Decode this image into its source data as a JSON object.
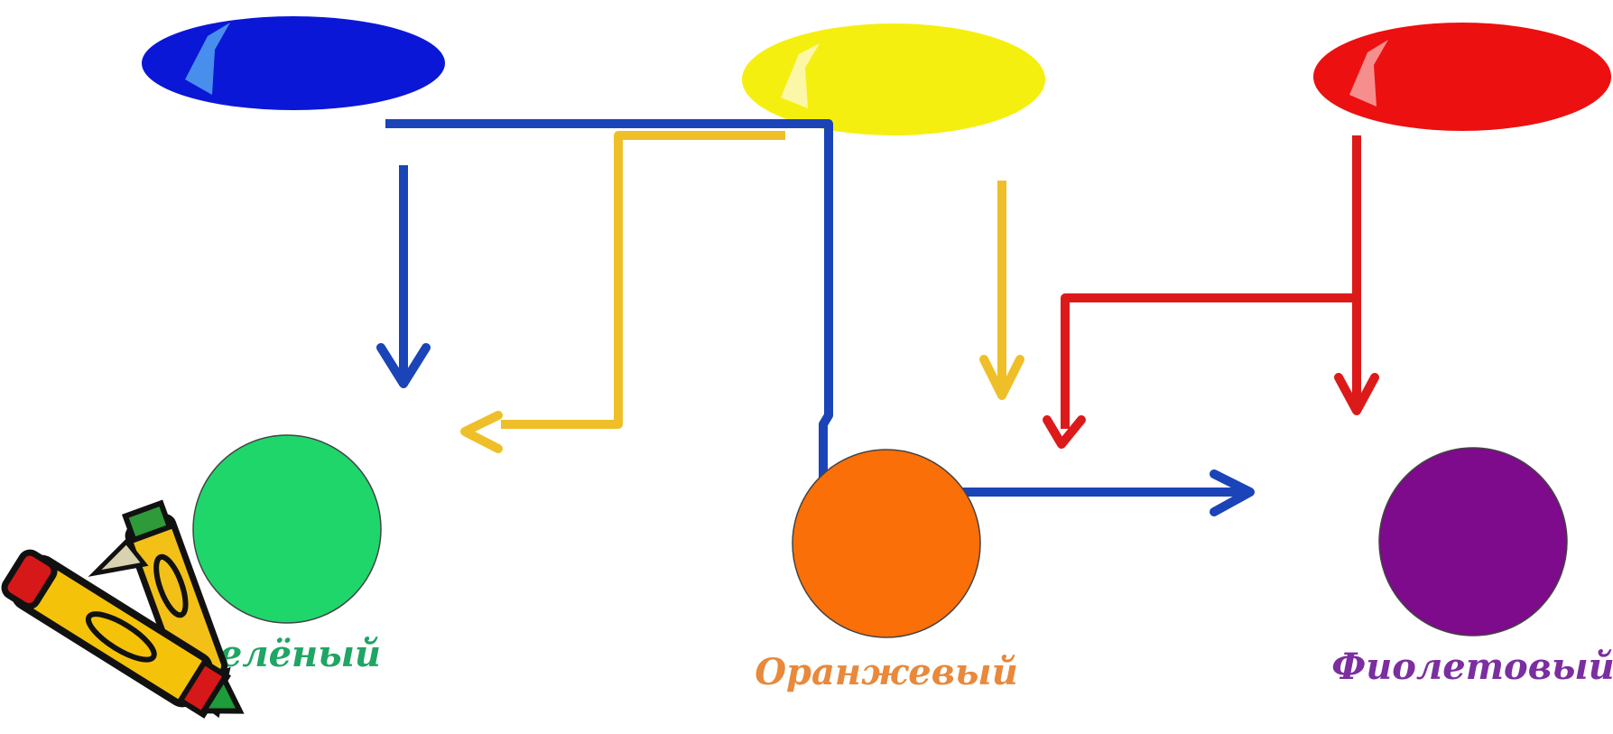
{
  "colors": {
    "blue": "#0a17d6",
    "blue_line": "#1a44b8",
    "yellow": "#f5ef10",
    "yellow_line": "#efbf2a",
    "red": "#ec1010",
    "red_line": "#dd1a1a",
    "green": "#1fd66b",
    "orange": "#fb6f08",
    "purple": "#7e0a8c",
    "green_text": "#1fa564",
    "orange_text": "#e8893b",
    "purple_text": "#7b2ea0"
  },
  "primaries": [
    {
      "id": "blue",
      "color_key": "blue"
    },
    {
      "id": "yellow",
      "color_key": "yellow"
    },
    {
      "id": "red",
      "color_key": "red"
    }
  ],
  "secondaries": [
    {
      "id": "green",
      "label": "Зелёный",
      "color_key": "green",
      "text_color_key": "green_text",
      "from": [
        "blue",
        "yellow"
      ]
    },
    {
      "id": "orange",
      "label": "Оранжевый",
      "color_key": "orange",
      "text_color_key": "orange_text",
      "from": [
        "yellow",
        "red"
      ]
    },
    {
      "id": "purple",
      "label": "Фиолетовый",
      "color_key": "purple",
      "text_color_key": "purple_text",
      "from": [
        "blue",
        "red"
      ]
    }
  ],
  "decoration": {
    "icon": "crayons-clipart-icon"
  }
}
